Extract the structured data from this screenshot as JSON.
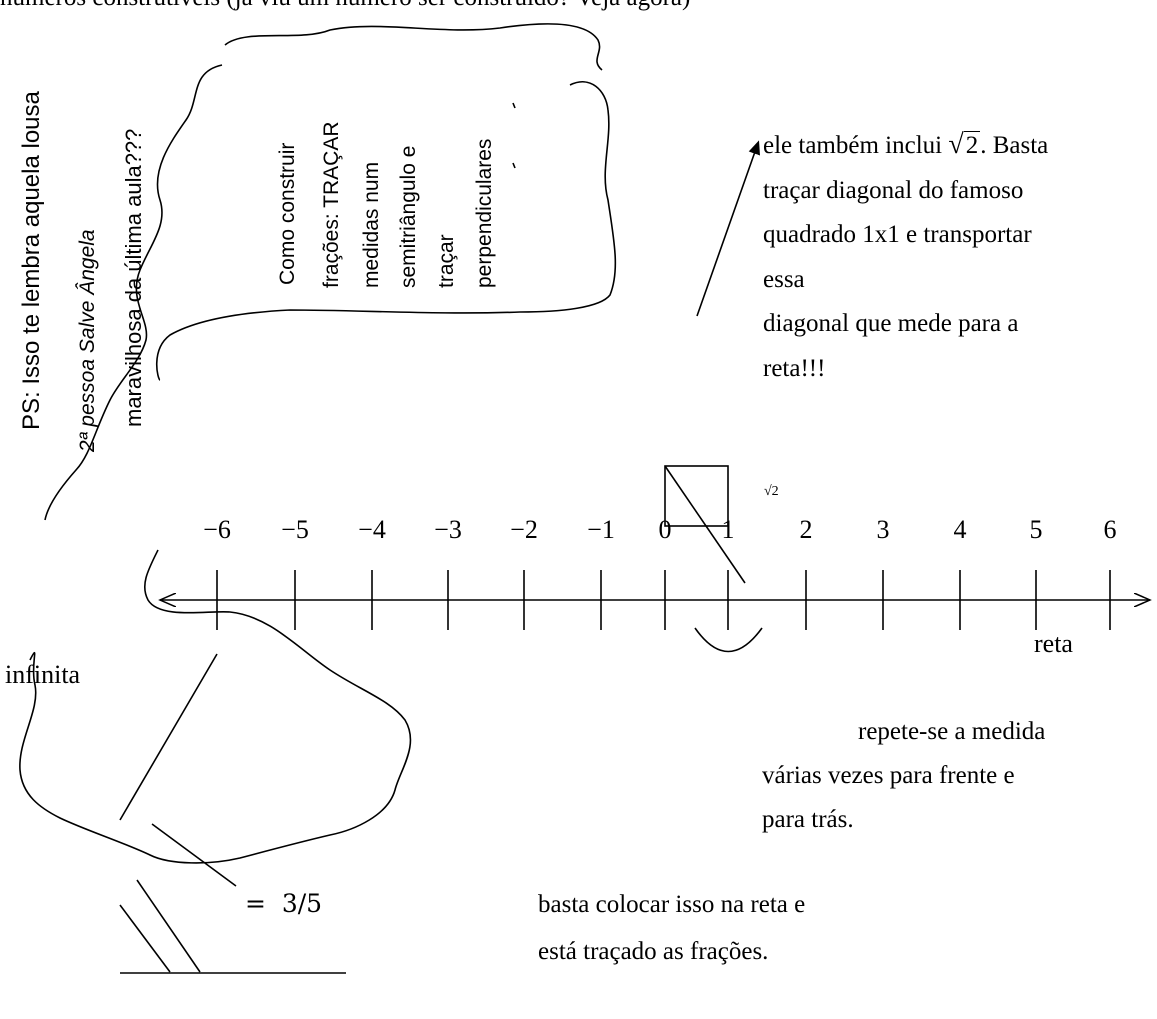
{
  "header_cut_text": "números construtíveis (já viu um número ser construído? Veja agora)",
  "left_notes": {
    "ps": "PS: Isso te lembra aquela lousa",
    "second_person": "2ª pessoa Salve Ângela",
    "cut_line": "maravilhosa da última aula???"
  },
  "bubble_note": {
    "lines": [
      "Como construir",
      "frações: TRAÇAR",
      "medidas num",
      "semitriângulo e",
      "traçar",
      "perpendiculares"
    ]
  },
  "sqrt2_explanation": {
    "line1_before": "ele também inclui",
    "sqrt_symbol": "√",
    "sqrt_radicand": "2",
    "line1_after": ". Basta",
    "line2": "traçar diagonal do famoso",
    "line3": "quadrado 1x1 e transportar",
    "line4": "essa",
    "line5": "diagonal que mede para a",
    "line6": "reta!!!"
  },
  "small_sqrt2_label": "√2",
  "number_line": {
    "tick_labels": [
      "−6",
      "−5",
      "−4",
      "−3",
      "−2",
      "−1",
      "0",
      "1",
      "2",
      "3",
      "4",
      "5",
      "6"
    ],
    "word_reta": "reta",
    "word_infinita": "infinita"
  },
  "repeat_note": [
    "repete-se a medida",
    "várias vezes para frente e",
    "para trás."
  ],
  "fraction_label": "=  3/5",
  "final_note": [
    "basta colocar isso na reta e",
    "está traçado as frações."
  ]
}
